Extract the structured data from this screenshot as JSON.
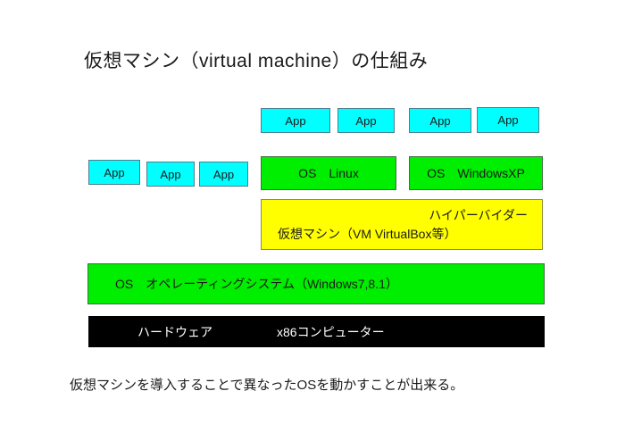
{
  "title": "仮想マシン（virtual machine）の仕組み",
  "caption": "仮想マシンを導入することで異なったOSを動かすことが出来る。",
  "colors": {
    "app_fill": "#00ffff",
    "os_fill": "#00ee00",
    "hypervisor_fill": "#ffff00",
    "hardware_fill": "#000000",
    "hardware_text": "#ffffff",
    "text": "#1a1a1a"
  },
  "diagram": {
    "guest_apps_top": [
      "App",
      "App",
      "App",
      "App"
    ],
    "host_apps": [
      "App",
      "App",
      "App"
    ],
    "guest_os": {
      "linux": "OS　Linux",
      "windowsxp": "OS　WindowsXP"
    },
    "hypervisor": {
      "title": "ハイパーバイダー",
      "subtitle": "仮想マシン（VM VirtualBox等）"
    },
    "host_os": "OS　オペレーティングシステム（Windows7,8.1）",
    "hardware": {
      "left": "ハードウェア",
      "right": "x86コンピューター"
    }
  }
}
